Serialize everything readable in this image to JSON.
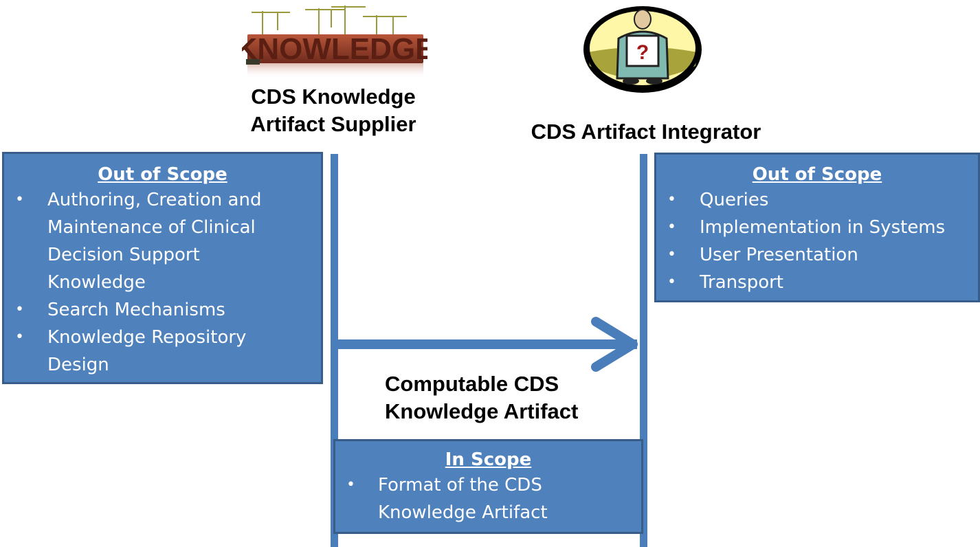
{
  "supplier": {
    "title_line1": "CDS Knowledge",
    "title_line2": "Artifact Supplier",
    "image_text": "KNOWLEDGE"
  },
  "integrator": {
    "title": "CDS Artifact Integrator",
    "icon_text": "?"
  },
  "artifact": {
    "line1": "Computable CDS",
    "line2": "Knowledge Artifact"
  },
  "left_box": {
    "heading": "Out of Scope",
    "items": [
      {
        "lines": [
          "Authoring, Creation and",
          "Maintenance of Clinical",
          "Decision Support",
          "Knowledge"
        ]
      },
      {
        "lines": [
          "Search Mechanisms"
        ]
      },
      {
        "lines": [
          "Knowledge Repository",
          "Design"
        ]
      }
    ]
  },
  "right_box": {
    "heading": "Out of Scope",
    "items": [
      "Queries",
      "Implementation in Systems",
      "User Presentation",
      "Transport"
    ]
  },
  "center_box": {
    "heading": "In Scope",
    "items": [
      {
        "lines": [
          "Format of the CDS",
          "Knowledge Artifact"
        ]
      }
    ]
  },
  "bullet": "•",
  "colors": {
    "box_fill": "#4f81bd",
    "box_border": "#385d8a",
    "line": "#4a7ebb",
    "text_light": "#ffffff"
  }
}
